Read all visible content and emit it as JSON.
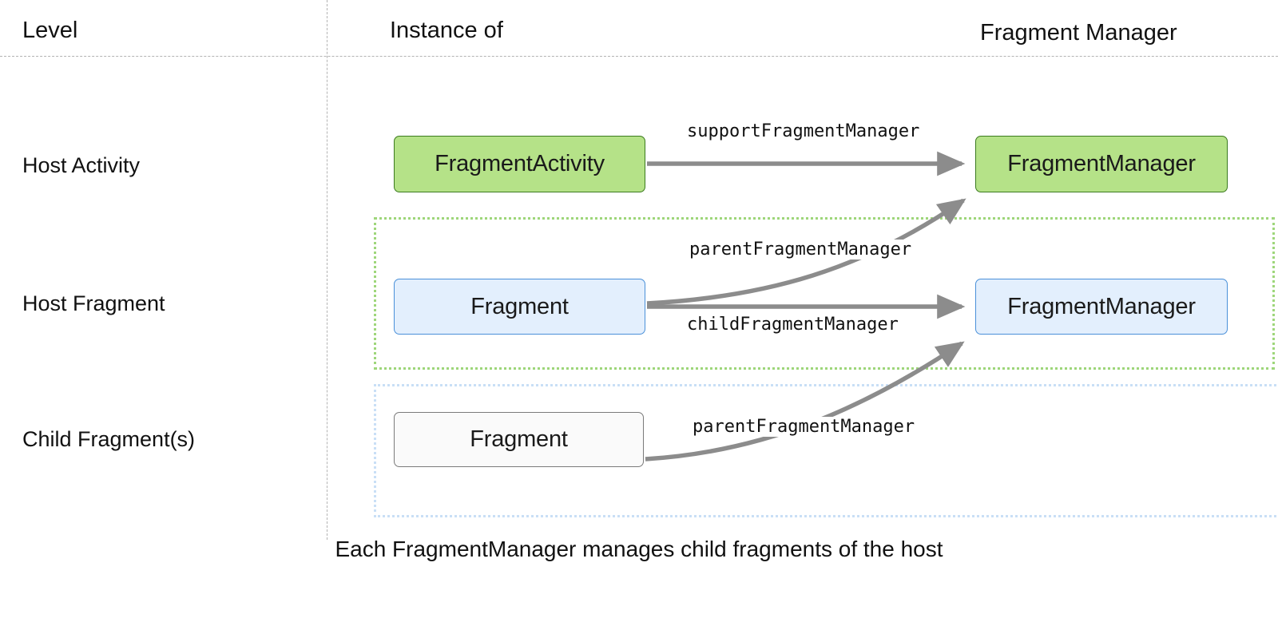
{
  "header": {
    "columns": [
      {
        "label": "Level"
      },
      {
        "label": "Instance of"
      },
      {
        "label": "Fragment Manager"
      }
    ]
  },
  "rows": [
    {
      "label": "Host Activity"
    },
    {
      "label": "Host Fragment"
    },
    {
      "label": "Child Fragment(s)"
    }
  ],
  "nodes": {
    "fragment_activity": "FragmentActivity",
    "fm_activity": "FragmentManager",
    "fragment_host": "Fragment",
    "fm_host": "FragmentManager",
    "fragment_child": "Fragment"
  },
  "edges": [
    {
      "label": "supportFragmentManager",
      "from": "fragment_activity",
      "to": "fm_activity"
    },
    {
      "label": "parentFragmentManager",
      "from": "fragment_host",
      "to": "fm_activity"
    },
    {
      "label": "childFragmentManager",
      "from": "fragment_host",
      "to": "fm_host"
    },
    {
      "label": "parentFragmentManager",
      "from": "fragment_child",
      "to": "fm_host"
    }
  ],
  "groups": [
    {
      "name": "host-fragment-scope"
    },
    {
      "name": "child-fragment-scope"
    }
  ],
  "caption": "Each FragmentManager manages child fragments of the host",
  "colors": {
    "green_fill": "#b5e288",
    "green_border": "#3b7a1f",
    "blue_fill": "#e3effd",
    "blue_border": "#4a90d9",
    "plain_fill": "#fafafa",
    "plain_border": "#7a7a7a",
    "group_green_dotted": "#9ed67a",
    "group_blue_dotted": "#c9dff6",
    "connector": "#8c8c8c",
    "rule": "#b3b3b3",
    "text": "#111111"
  }
}
